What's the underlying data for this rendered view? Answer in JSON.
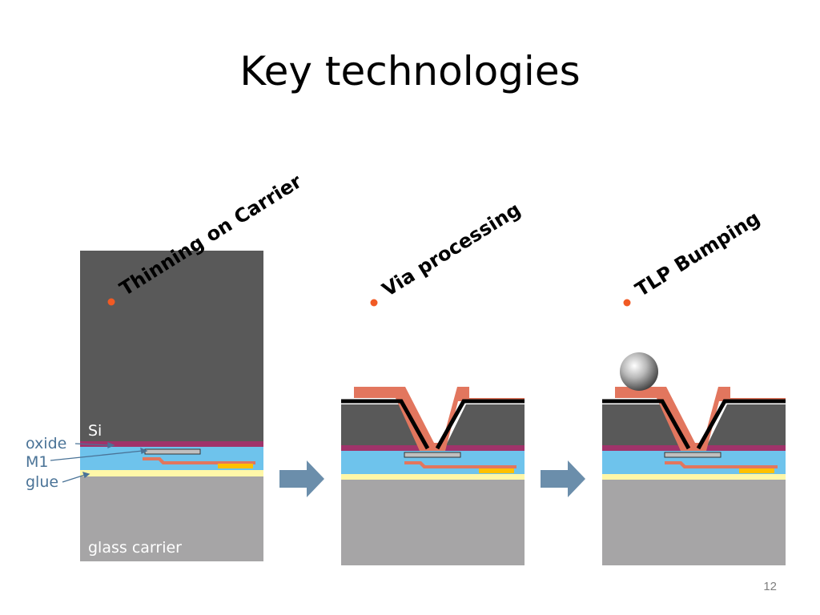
{
  "slide": {
    "title": "Key technologies",
    "page_number": "12"
  },
  "steps": [
    {
      "label": "Thinning on Carrier"
    },
    {
      "label": "Via processing"
    },
    {
      "label": "TLP Bumping"
    }
  ],
  "layer_labels": {
    "si": "Si",
    "oxide": "oxide",
    "m1": "M1",
    "glue": "glue",
    "glass_carrier": "glass carrier"
  },
  "colors": {
    "silicon": "#595959",
    "oxide": "#a0336a",
    "dielectric": "#6ec3ec",
    "glue": "#fff7a8",
    "glass": "#a6a5a6",
    "copper": "#e2765e",
    "pad": "#c0c0c0",
    "yellow_pad": "#ffc000",
    "arrow": "#6b8eab",
    "bullet": "#f15a24",
    "label_blue": "#4a7397",
    "label_white": "#ffffff"
  }
}
